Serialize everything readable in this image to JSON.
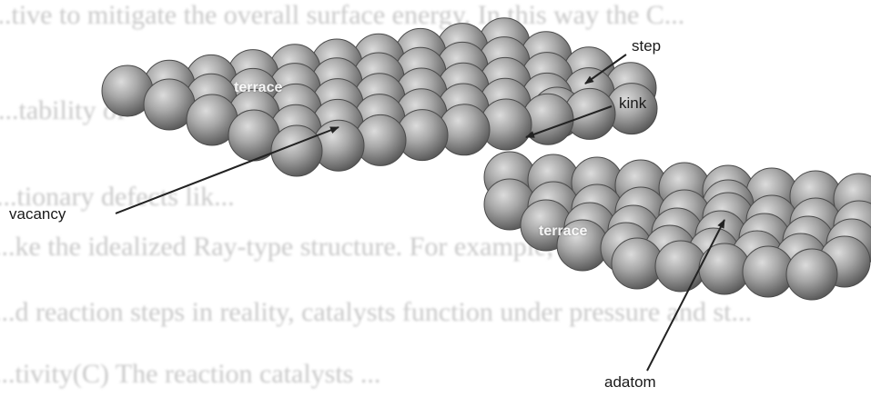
{
  "labels": {
    "step": "step",
    "kink": "kink",
    "vacancy": "vacancy",
    "adatom": "adatom",
    "terrace_upper": "terrace",
    "terrace_lower": "terrace"
  },
  "background_text": [
    "...tive to mitigate the overall surface energy. In this way the C...",
    "...tability of",
    "...tionary defects lik...",
    "...ke the idealized Ray-type structure. For example, in each...",
    "...d reaction steps in reality, catalysts function under pressure and st...",
    "...tivity(C) The reaction catalysts ..."
  ],
  "colors": {
    "atom_light": "#d9d9d9",
    "atom_mid": "#9c9c9c",
    "atom_dark": "#5a5a5a",
    "arrow": "#222222",
    "background_text": "#c9c9c9"
  }
}
